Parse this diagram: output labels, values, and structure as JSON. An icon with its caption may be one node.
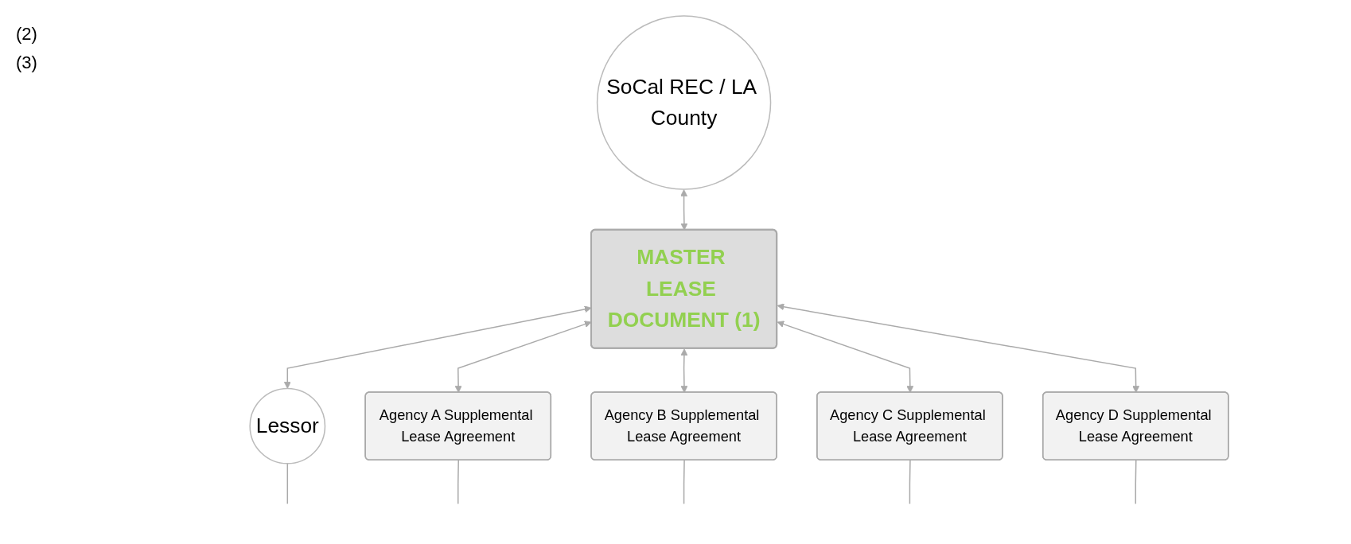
{
  "diagram": {
    "nodes": [
      {
        "text": [
          "SoCal REC / LA County"
        ]
      },
      {
        "text": [
          "MASTER LEASE DOCUMENT (1)"
        ]
      },
      {
        "text": [
          "Lessor"
        ]
      },
      {
        "text": [
          "Agency A Supplemental Lease Agreement"
        ]
      },
      {
        "text": [
          "Agency B Supplemental Lease Agreement"
        ]
      },
      {
        "text": [
          "Agency C Supplemental Lease Agreement"
        ]
      },
      {
        "text": [
          "Agency D Supplemental Lease Agreement"
        ]
      }
    ],
    "edges": [
      {
        "from": 0,
        "to": 1,
        "arrow": "both"
      },
      {
        "from": 1,
        "to": 2,
        "arrow": "both"
      },
      {
        "from": 1,
        "to": 3,
        "arrow": "both"
      },
      {
        "from": 1,
        "to": 4,
        "arrow": "both"
      },
      {
        "from": 1,
        "to": 5,
        "arrow": "both"
      },
      {
        "from": 1,
        "to": 6,
        "arrow": "both"
      },
      {
        "from": 3,
        "to": null,
        "arrow": "none"
      },
      {
        "from": 4,
        "to": null,
        "arrow": "none"
      },
      {
        "from": 5,
        "to": null,
        "arrow": "none"
      },
      {
        "from": 6,
        "to": null,
        "arrow": "none"
      },
      {
        "from": 2,
        "to": null,
        "arrow": "none"
      }
    ],
    "labels": [
      "(2)",
      "(3)"
    ]
  }
}
